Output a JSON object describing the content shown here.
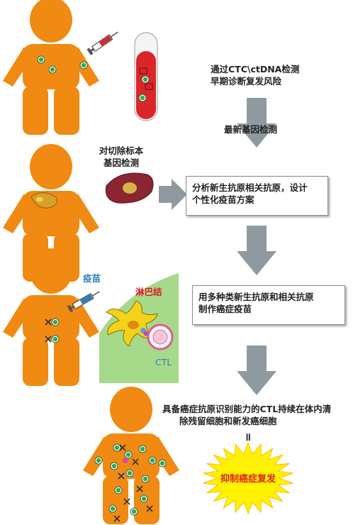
{
  "steps": {
    "step1_text_line1": "通过CTC\\ctDNA检测",
    "step1_text_line2": "早期诊断复发风险",
    "step2_arrow_label": "最新基因检测",
    "step2_resection_label_line1": "对切除标本",
    "step2_resection_label_line2": "基因检测",
    "step2_box_line1": "分析新生抗原相关抗原，设计",
    "step2_box_line2": "个性化疫苗方案",
    "step3_vaccine_label": "疫苗",
    "step3_lymph_label": "淋巴结",
    "step3_ctl_label": "CTL",
    "step3_box_line1": "用多种类新生抗原和相关抗原",
    "step3_box_line2": "制作癌症疫苗",
    "step4_text_line1": "具备癌症抗原识别能力的CTL持续在体内清",
    "step4_text_line2": "除残留细胞和新发癌细胞",
    "equals_sign": "॥",
    "result_label": "抑制癌症复发"
  },
  "colors": {
    "figure_orange": "#f08a12",
    "arrow_gray": "#8f9aa0",
    "lymph_green": "#a6d98a",
    "blood_red": "#d9262a",
    "vaccine_blue": "#2e7dc0",
    "lymph_label_red": "#e0192a",
    "burst_yellow": "#fff200",
    "result_red": "#e2231a"
  }
}
